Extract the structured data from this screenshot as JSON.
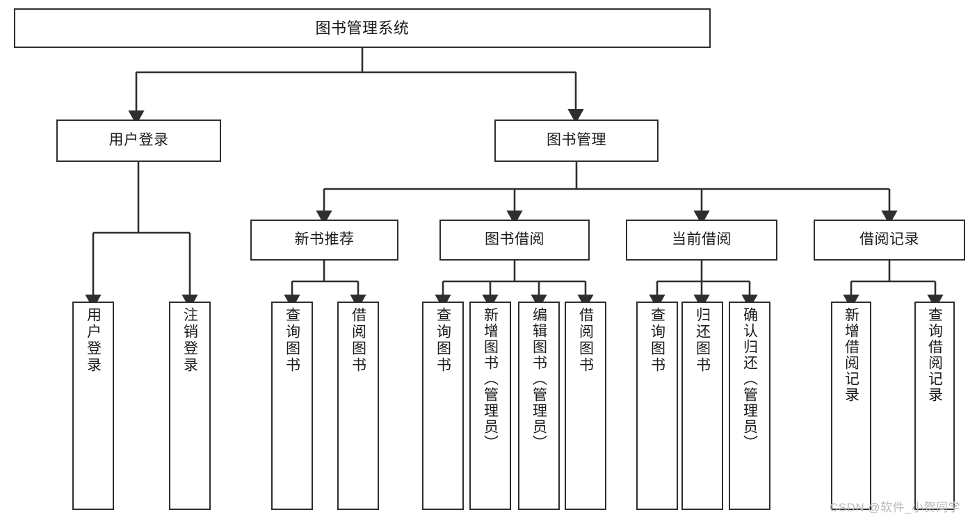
{
  "diagram": {
    "title": "图书管理系统",
    "type": "tree-hierarchy-chart",
    "watermark": "CSDN @软件_小贺同学",
    "line_color": "#2e2e2e",
    "box_fill": "#ffffff",
    "text_color": "#1b1b1b",
    "watermark_color": "#b9b9b9"
  },
  "nodes": {
    "root": {
      "label": "图书管理系统"
    },
    "level2": [
      {
        "label": "用户登录"
      },
      {
        "label": "图书管理"
      }
    ],
    "level3": [
      {
        "label": "新书推荐"
      },
      {
        "label": "图书借阅"
      },
      {
        "label": "当前借阅"
      },
      {
        "label": "借阅记录"
      }
    ],
    "leaves": {
      "user_login": [
        {
          "label": "用户登录"
        },
        {
          "label": "注销登录"
        }
      ],
      "new_book_recommend": [
        {
          "label": "查询图书"
        },
        {
          "label": "借阅图书"
        }
      ],
      "book_borrow": [
        {
          "label": "查询图书"
        },
        {
          "label": "新增图书（管理员）"
        },
        {
          "label": "编辑图书（管理员）"
        },
        {
          "label": "借阅图书"
        }
      ],
      "current_borrow": [
        {
          "label": "查询图书"
        },
        {
          "label": "归还图书"
        },
        {
          "label": "确认归还（管理员）"
        }
      ],
      "borrow_record": [
        {
          "label": "新增借阅记录"
        },
        {
          "label": "查询借阅记录"
        }
      ]
    }
  }
}
